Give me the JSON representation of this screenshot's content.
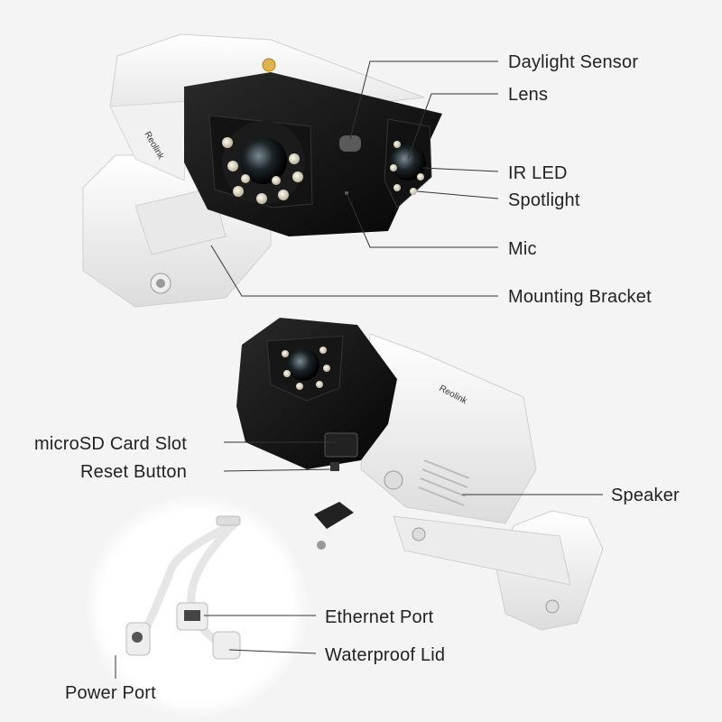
{
  "labels": {
    "daylight_sensor": "Daylight Sensor",
    "lens": "Lens",
    "ir_led": "IR LED",
    "spotlight": "Spotlight",
    "mic": "Mic",
    "mounting_bracket": "Mounting Bracket",
    "microsd_slot": "microSD Card Slot",
    "reset_button": "Reset Button",
    "speaker": "Speaker",
    "ethernet_port": "Ethernet Port",
    "waterproof_lid": "Waterproof Lid",
    "power_port": "Power Port"
  },
  "brand": "Reolink"
}
